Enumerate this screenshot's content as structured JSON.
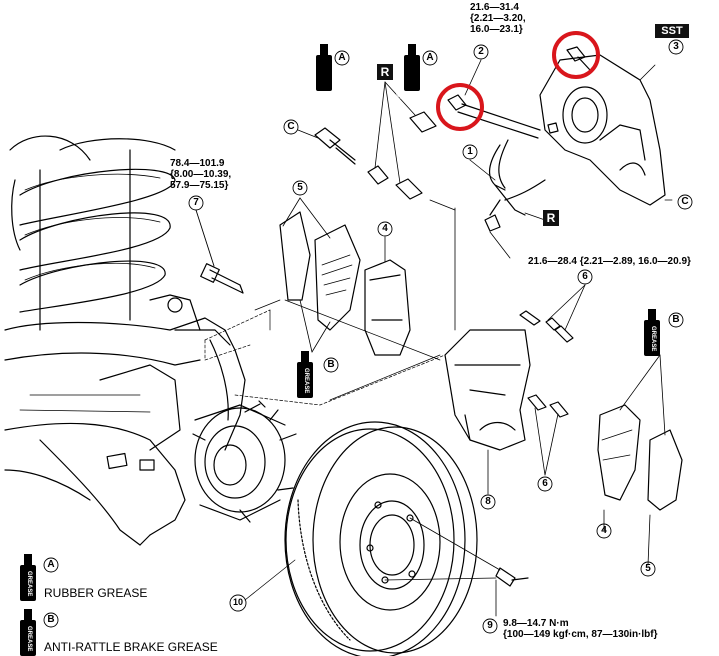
{
  "torque_specs": {
    "caliper_bolt": "21.6—31.4\n{2.21—3.20,\n16.0—23.1}",
    "knuckle_bolt": "78.4—101.9\n{8.00—10.39,\n57.9—75.15}",
    "hose_bolt": "21.6—28.4 {2.21—2.89, 16.0—20.9}",
    "disc_screw": "9.8—14.7 N·m\n{100—149 kgf·cm, 87—130in·lbf}"
  },
  "tags": {
    "sst": "SST",
    "replace": "R"
  },
  "callouts": {
    "c1": "1",
    "c2": "2",
    "c3": "3",
    "c4": "4",
    "c5": "5",
    "c6": "6",
    "c7": "7",
    "c8": "8",
    "c9": "9",
    "c10": "10",
    "grease_a": "A",
    "grease_b": "B",
    "point_c": "C"
  },
  "grease_can_text": "GREASE",
  "legend": {
    "a_label": "RUBBER GREASE",
    "b_label": "ANTI-RATTLE BRAKE GREASE"
  },
  "colors": {
    "highlight": "#d9161c",
    "ink": "#000000"
  }
}
